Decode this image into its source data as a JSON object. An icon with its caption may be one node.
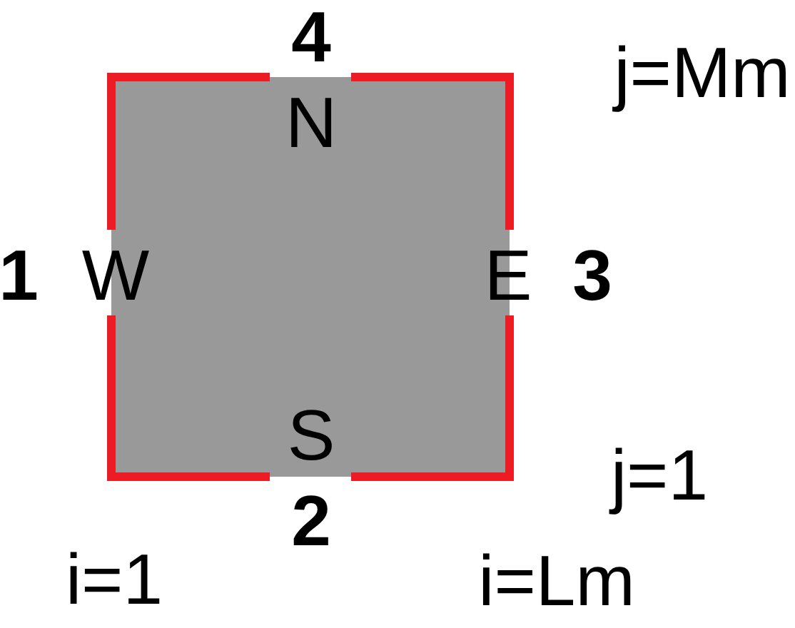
{
  "diagram": {
    "nodes": [
      {
        "text": [
          "N",
          "W",
          "E",
          "S"
        ]
      }
    ],
    "labels": [
      "4",
      "j=Mm",
      "1",
      "3",
      "j=1",
      "2",
      "i=1",
      "i=Lm"
    ]
  }
}
